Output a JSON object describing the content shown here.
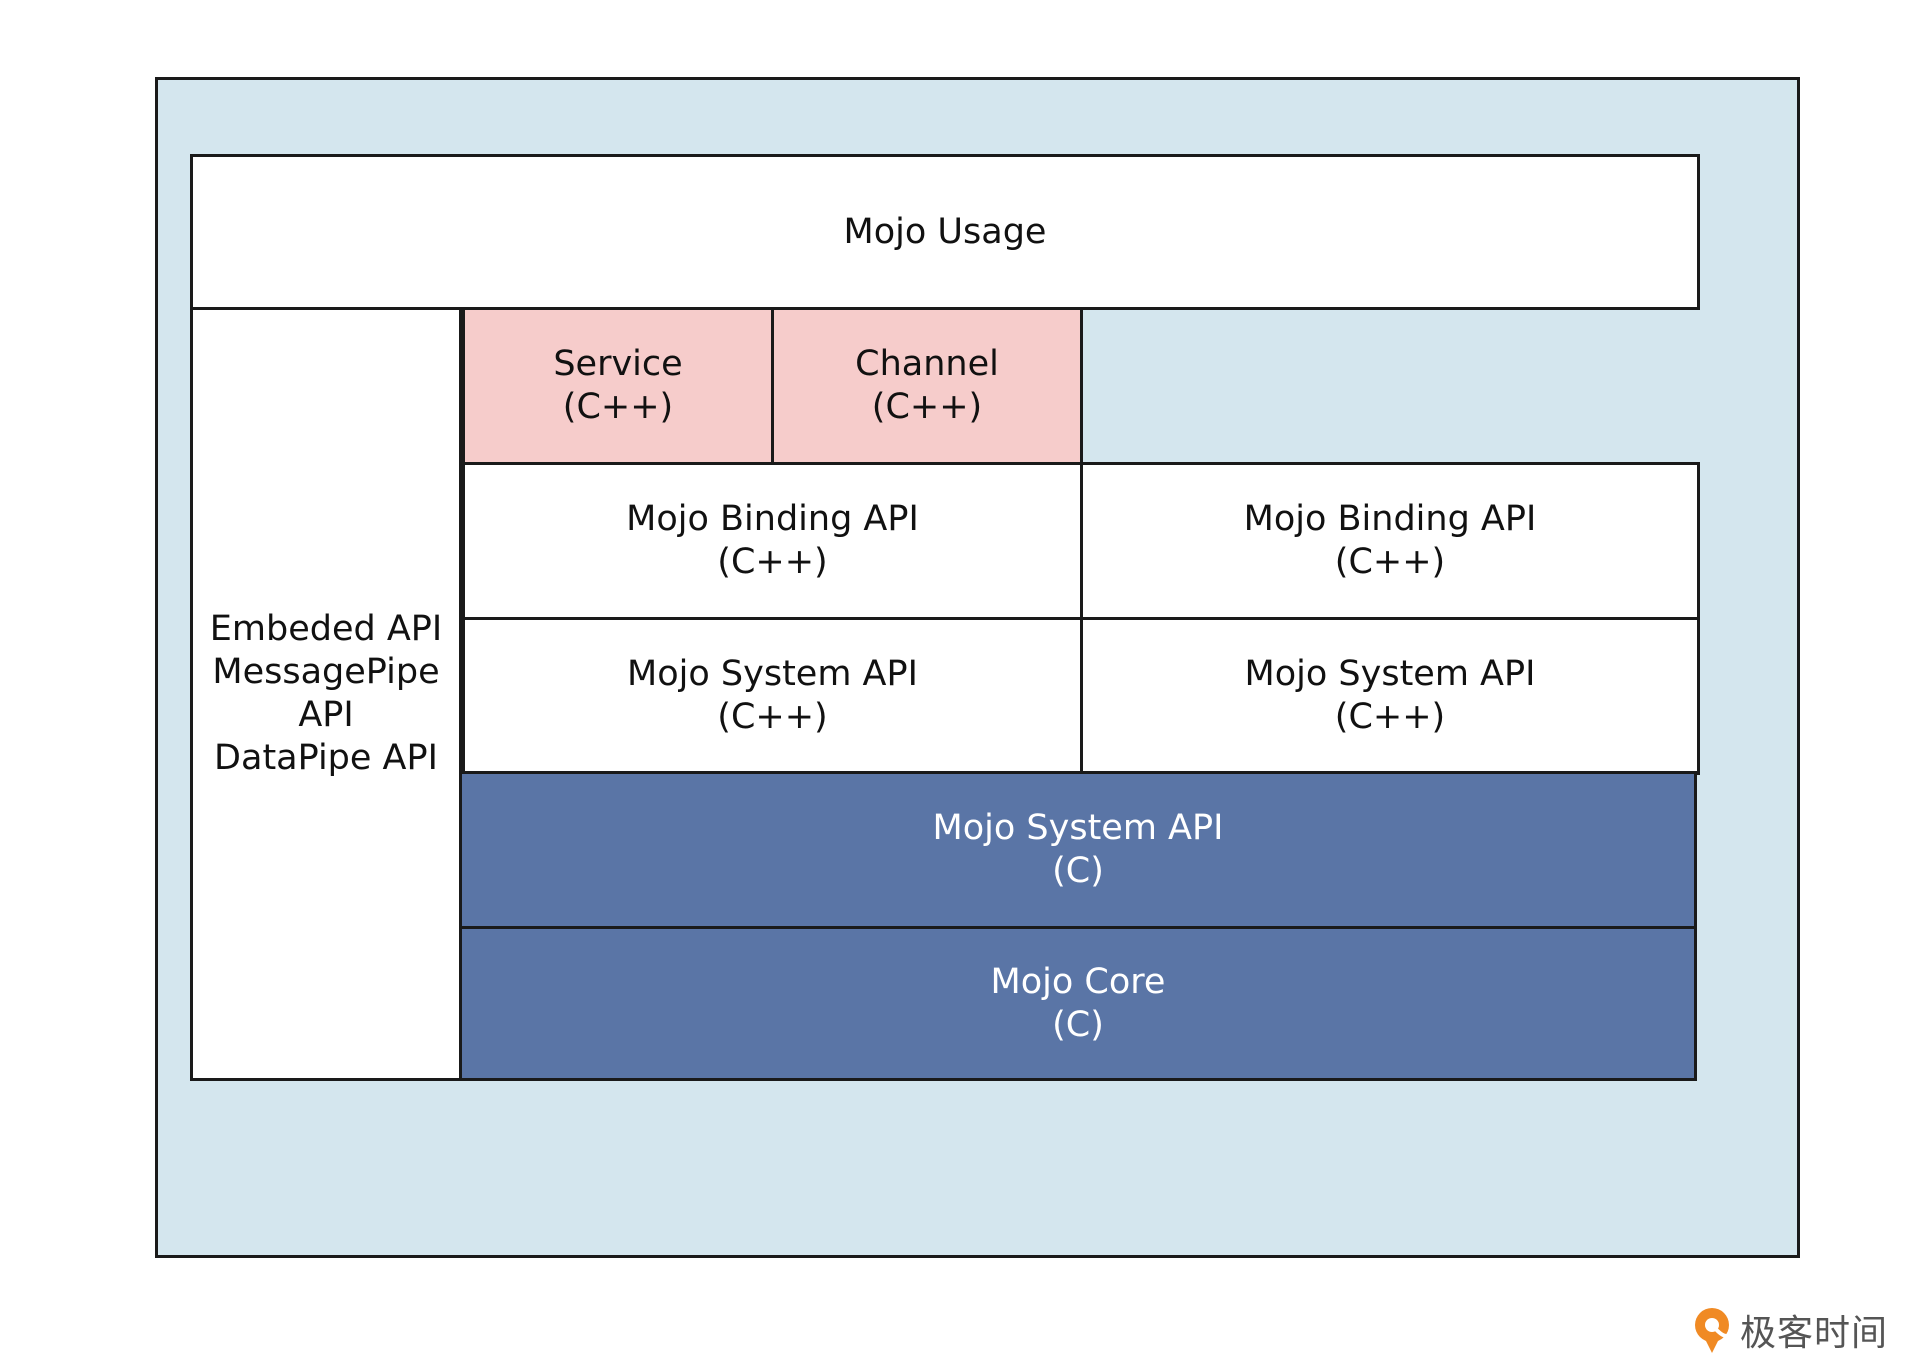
{
  "blocks": {
    "mojo_usage": "Mojo Usage",
    "embedded": {
      "line1": "Embeded API",
      "line2": "MessagePipe",
      "line3": "API",
      "line4": "DataPipe API"
    },
    "service": {
      "name": "Service",
      "lang": "(C++)"
    },
    "channel": {
      "name": "Channel",
      "lang": "(C++)"
    },
    "binding_left": {
      "name": "Mojo Binding API",
      "lang": "(C++)"
    },
    "binding_right": {
      "name": "Mojo Binding API",
      "lang": "(C++)"
    },
    "system_cpp_left": {
      "name": "Mojo System API",
      "lang": "(C++)"
    },
    "system_cpp_right": {
      "name": "Mojo System API",
      "lang": "(C++)"
    },
    "system_c": {
      "name": "Mojo System API",
      "lang": "(C)"
    },
    "core": {
      "name": "Mojo Core",
      "lang": "(C)"
    }
  },
  "watermark": {
    "text": "极客时间",
    "icon": "geektime-logo-icon"
  },
  "colors": {
    "frame_background": "#d4e6ee",
    "pink_block": "#f6cccb",
    "blue_block": "#5a75a6",
    "white_block": "#ffffff",
    "logo_orange": "#f08a24"
  }
}
